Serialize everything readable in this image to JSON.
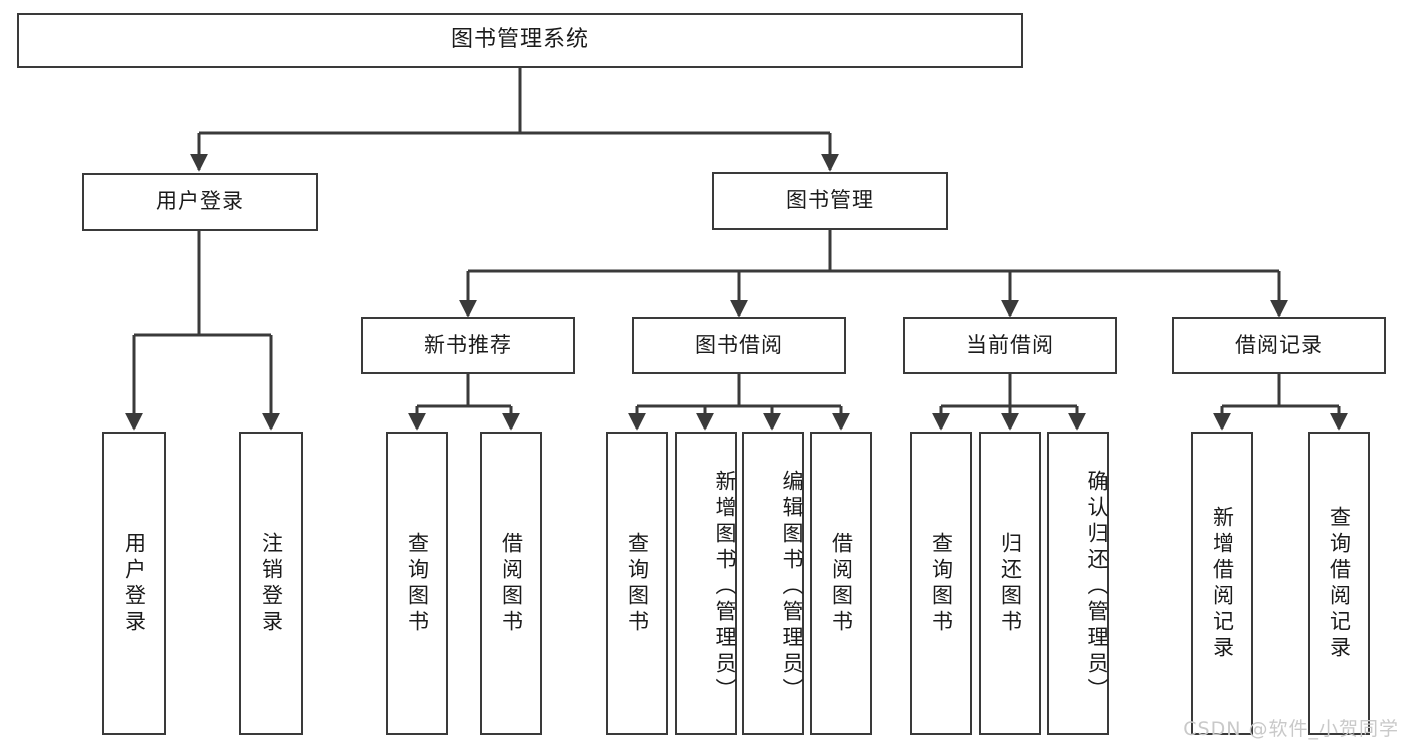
{
  "diagram": {
    "title": "图书管理系统",
    "type": "tree-hierarchy-chart",
    "watermark": "CSDN @软件_小贺同学",
    "colors": {
      "node_border": "#3a3a3a",
      "node_fill": "#ffffff",
      "edge": "#3a3a3a",
      "text": "#1b1b1b",
      "watermark": "#c9c9c9",
      "background": "#ffffff"
    },
    "levels": {
      "root": {
        "label": "图书管理系统"
      },
      "level2": [
        {
          "id": "user-login",
          "label": "用户登录"
        },
        {
          "id": "book-manage",
          "label": "图书管理"
        }
      ],
      "level3": [
        {
          "id": "new-book-recommend",
          "label": "新书推荐"
        },
        {
          "id": "book-borrow",
          "label": "图书借阅"
        },
        {
          "id": "current-borrow",
          "label": "当前借阅"
        },
        {
          "id": "borrow-record",
          "label": "借阅记录"
        }
      ],
      "leaves": {
        "user_login": [
          {
            "id": "leaf-user-login",
            "label": "用户登录"
          },
          {
            "id": "leaf-logout",
            "label": "注销登录"
          }
        ],
        "new_book_recommend": [
          {
            "id": "leaf-query-book-1",
            "label": "查询图书"
          },
          {
            "id": "leaf-borrow-book-1",
            "label": "借阅图书"
          }
        ],
        "book_borrow": [
          {
            "id": "leaf-query-book-2",
            "label": "查询图书"
          },
          {
            "id": "leaf-add-book",
            "label": "新增图书（管理员）"
          },
          {
            "id": "leaf-edit-book",
            "label": "编辑图书（管理员）"
          },
          {
            "id": "leaf-borrow-book-2",
            "label": "借阅图书"
          }
        ],
        "current_borrow": [
          {
            "id": "leaf-query-book-3",
            "label": "查询图书"
          },
          {
            "id": "leaf-return-book",
            "label": "归还图书"
          },
          {
            "id": "leaf-confirm-return",
            "label": "确认归还（管理员）"
          }
        ],
        "borrow_record": [
          {
            "id": "leaf-add-record",
            "label": "新增借阅记录"
          },
          {
            "id": "leaf-query-record",
            "label": "查询借阅记录"
          }
        ]
      }
    }
  }
}
